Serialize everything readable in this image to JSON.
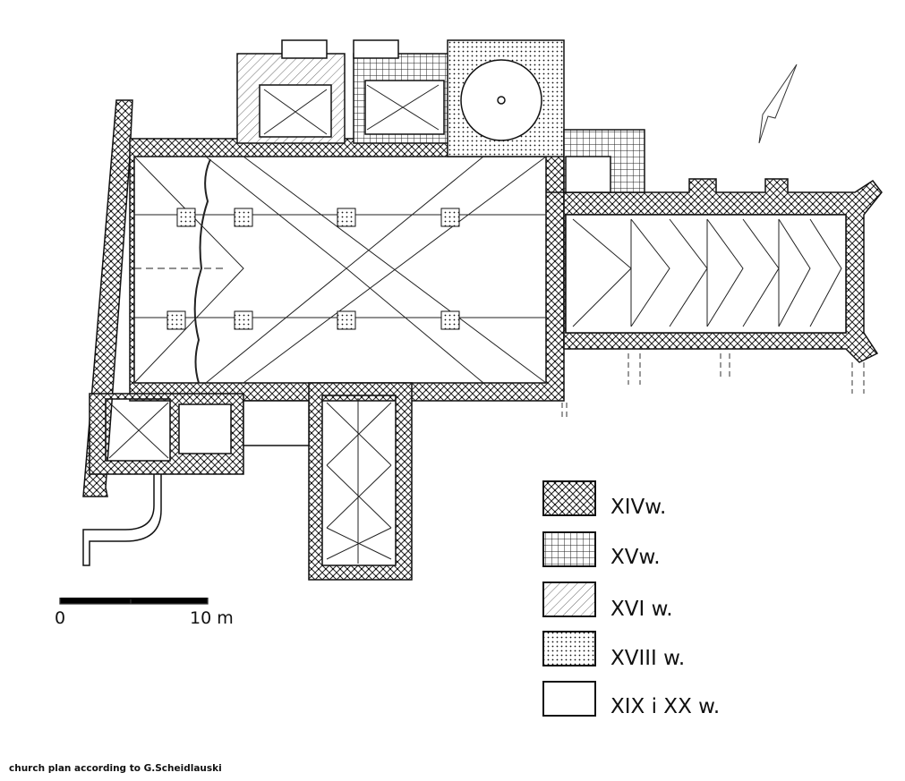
{
  "caption": "church plan according to G.Scheidlauski",
  "scale_bar": {
    "start_label": "0",
    "end_label": "10 m"
  },
  "legend": [
    {
      "pattern": "cross-hatch-dotted",
      "label": "XIVw."
    },
    {
      "pattern": "grid",
      "label": "XVw."
    },
    {
      "pattern": "diagonal-hatch",
      "label": "XVI w."
    },
    {
      "pattern": "dots",
      "label": "XVIII w."
    },
    {
      "pattern": "blank",
      "label": "XIX i XX w."
    }
  ],
  "colors": {
    "ink": "#111111",
    "paper": "#ffffff"
  }
}
